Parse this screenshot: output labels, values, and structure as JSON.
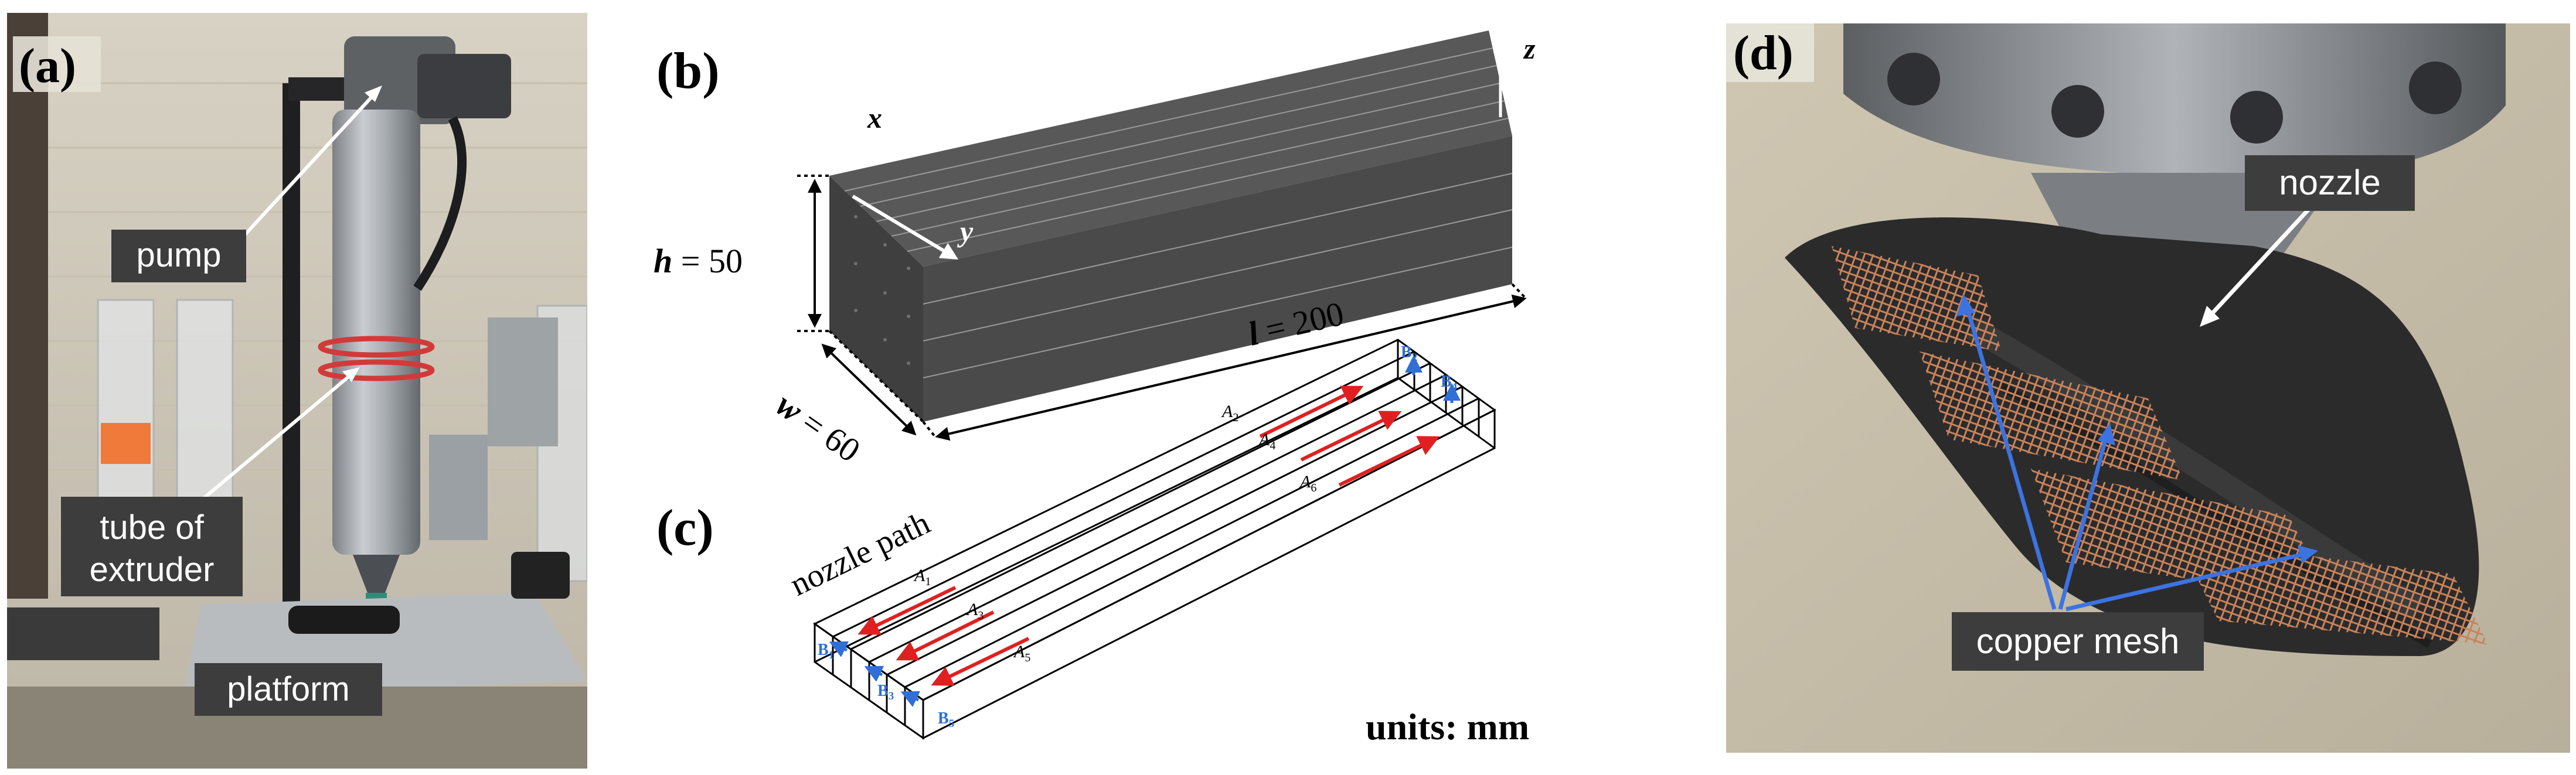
{
  "panel_labels": {
    "a": "(a)",
    "b": "(b)",
    "c": "(c)",
    "d": "(d)"
  },
  "photo_a": {
    "callouts": {
      "pump": "pump",
      "tube_line1": "tube of",
      "tube_line2": "extruder",
      "platform": "platform"
    }
  },
  "diagram_b": {
    "axes": {
      "x": "x",
      "y": "y",
      "z": "z"
    },
    "dims": {
      "h_sym": "h",
      "h_val": " = 50",
      "w_sym": "w",
      "w_val": " = 60",
      "l_sym": "l",
      "l_val": " = 200"
    }
  },
  "diagram_c": {
    "label": "nozzle path",
    "paths": {
      "A1": "A",
      "A1_sub": "1",
      "A2": "A",
      "A2_sub": "2",
      "A3": "A",
      "A3_sub": "3",
      "A4": "A",
      "A4_sub": "4",
      "A5": "A",
      "A5_sub": "5",
      "A6": "A",
      "A6_sub": "6"
    },
    "connectors": {
      "B1": "B",
      "B1_sub": "1",
      "B2": "B",
      "B2_sub": "2",
      "B3": "B",
      "B3_sub": "3",
      "B4": "B",
      "B4_sub": "4",
      "B5": "B",
      "B5_sub": "5"
    },
    "units": "units: mm"
  },
  "photo_d": {
    "callouts": {
      "nozzle": "nozzle",
      "mesh": "copper mesh"
    }
  },
  "colors": {
    "box_front": "#404041",
    "box_top": "#5a5a5b",
    "box_side": "#4a4a4b",
    "stripe": "#9a9a9a",
    "path_red": "#e02020",
    "link_blue": "#2f6fd6",
    "callout_bg": "#3d3d3d",
    "callout_text": "#ffffff",
    "mesh_arrow": "#3d73e0"
  }
}
